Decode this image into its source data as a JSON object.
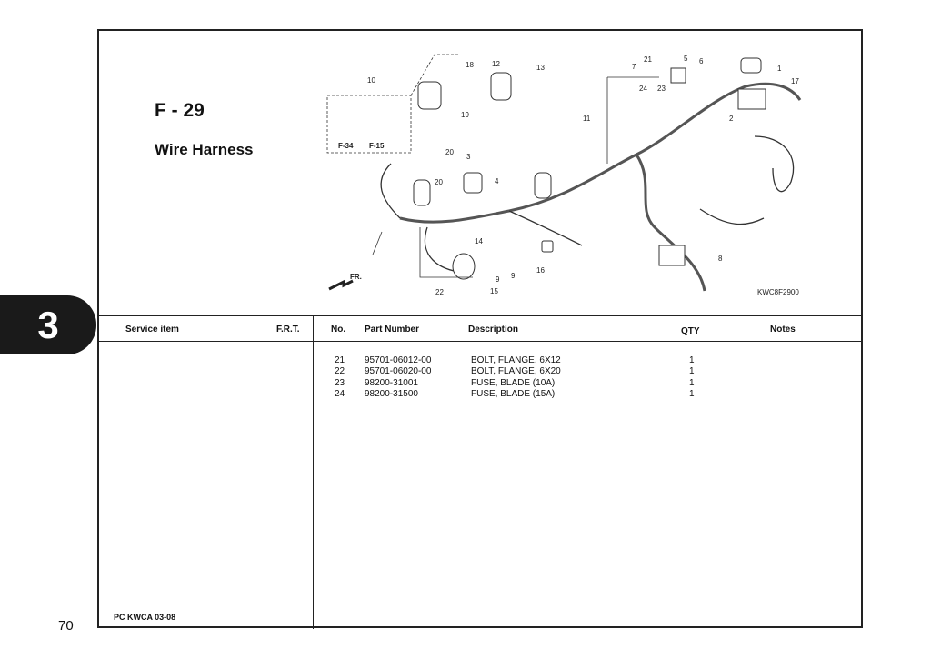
{
  "section_tab": "3",
  "page_number": "70",
  "figure": {
    "id": "F - 29",
    "title": "Wire Harness",
    "diagram_code": "KWC8F2900",
    "front_label": "FR.",
    "refs": [
      "F-34",
      "F-15"
    ],
    "callouts": [
      "1",
      "2",
      "3",
      "4",
      "5",
      "6",
      "7",
      "8",
      "9",
      "9",
      "10",
      "11",
      "12",
      "13",
      "14",
      "15",
      "16",
      "17",
      "18",
      "19",
      "20",
      "20",
      "21",
      "22",
      "23",
      "24"
    ]
  },
  "left_table": {
    "headers": {
      "service_item": "Service item",
      "frt": "F.R.T."
    }
  },
  "parts_table": {
    "headers": {
      "no": "No.",
      "part_number": "Part Number",
      "description": "Description",
      "qty": "QTY",
      "notes": "Notes"
    },
    "rows": [
      {
        "no": "21",
        "part_number": "95701-06012-00",
        "description": "BOLT, FLANGE, 6X12",
        "qty": "1"
      },
      {
        "no": "22",
        "part_number": "95701-06020-00",
        "description": "BOLT, FLANGE, 6X20",
        "qty": "1"
      },
      {
        "no": "23",
        "part_number": "98200-31001",
        "description": "FUSE, BLADE (10A)",
        "qty": "1"
      },
      {
        "no": "24",
        "part_number": "98200-31500",
        "description": "FUSE, BLADE (15A)",
        "qty": "1"
      }
    ]
  },
  "footer_code": "PC KWCA 03-08"
}
